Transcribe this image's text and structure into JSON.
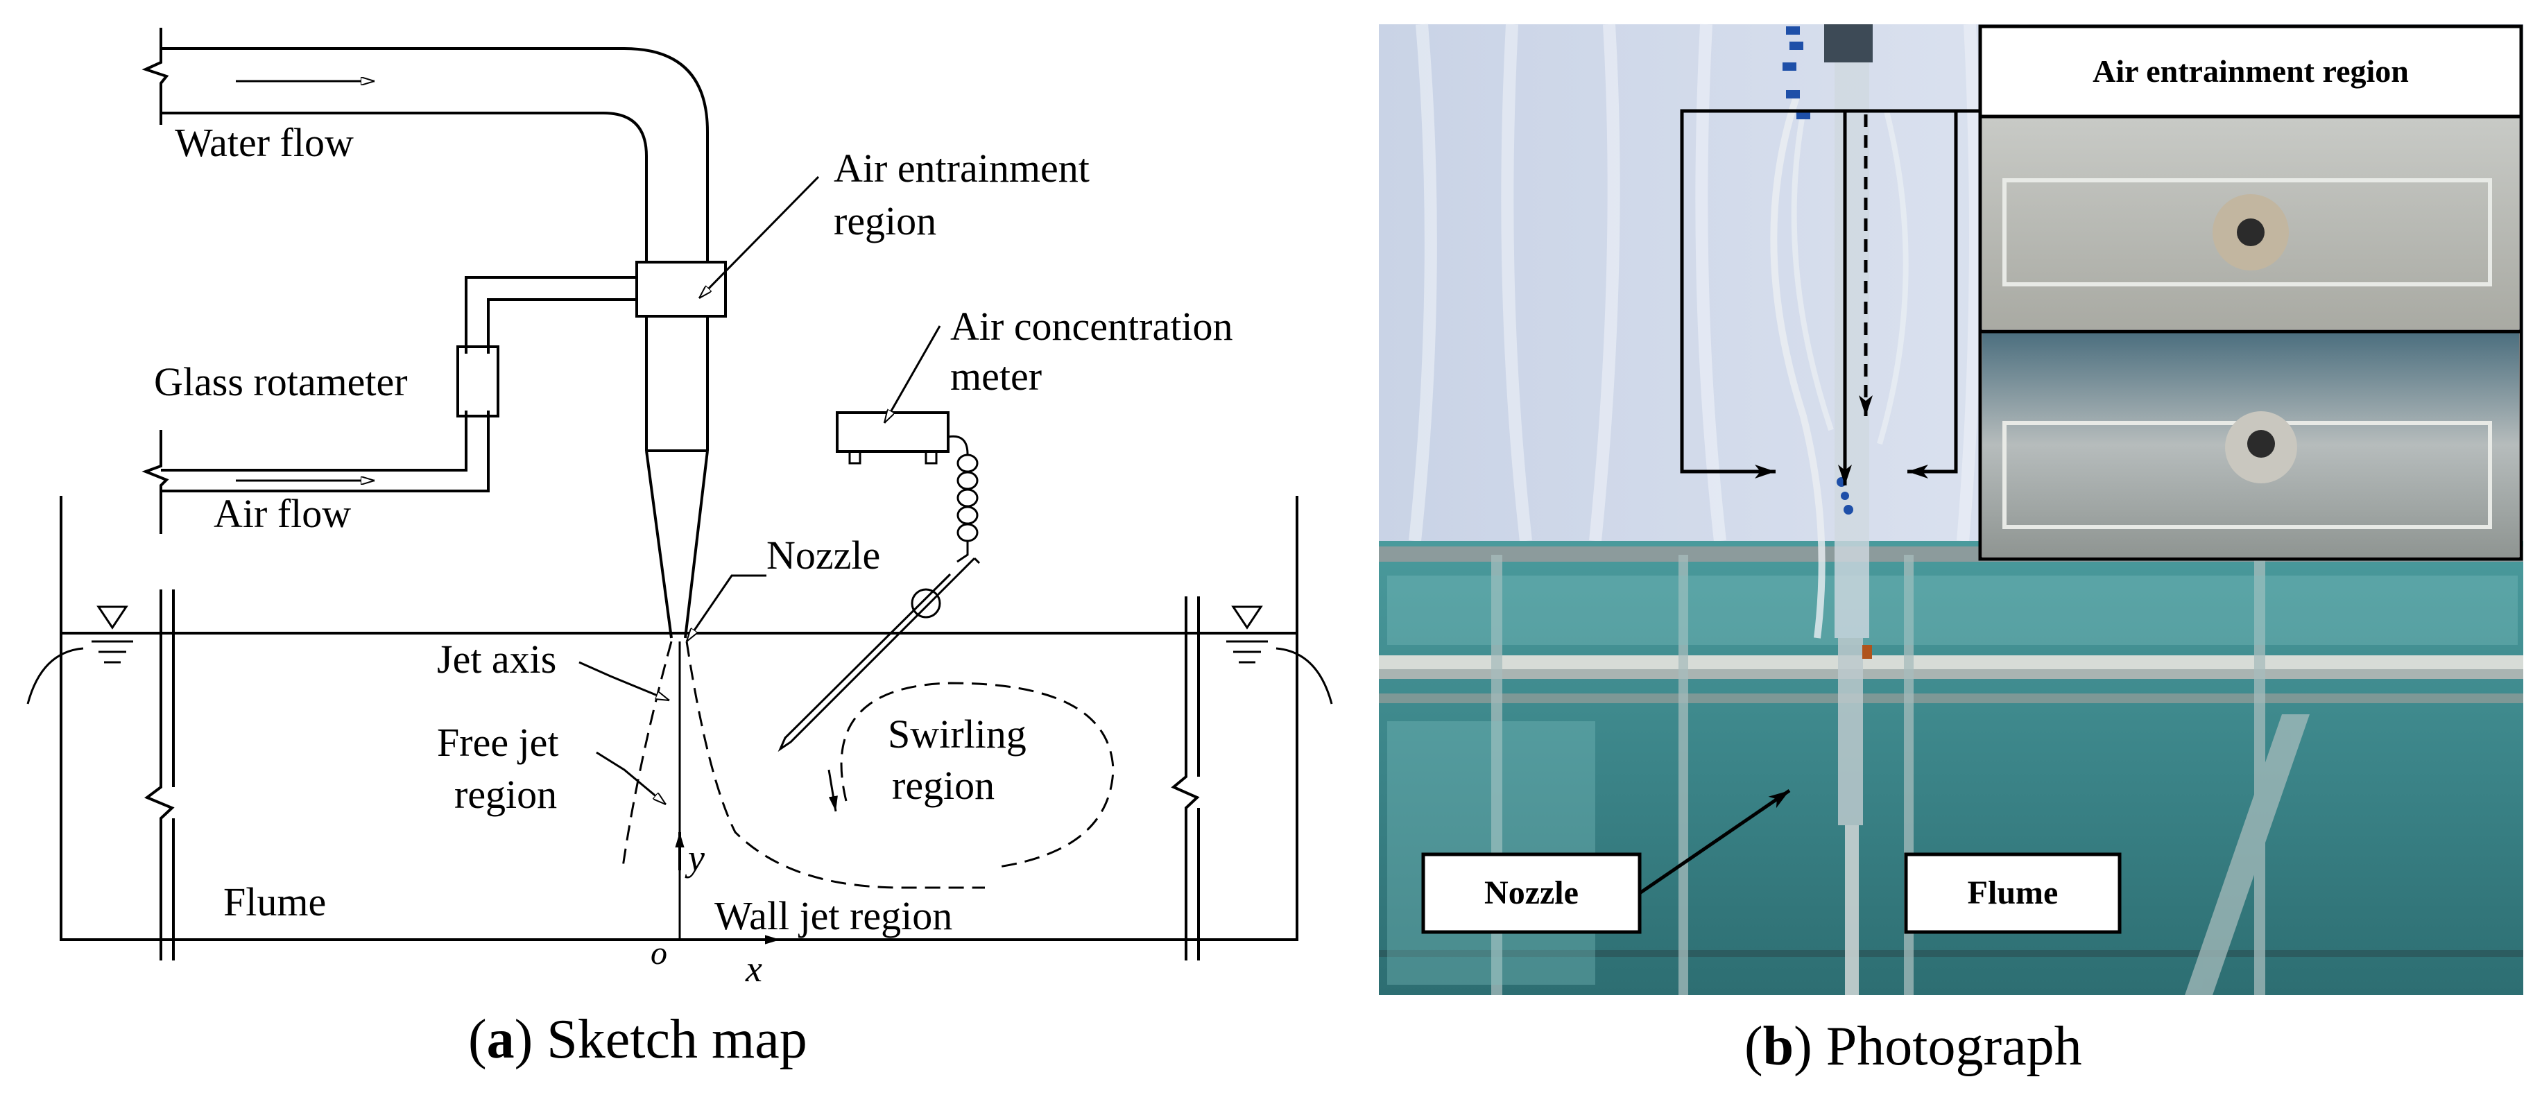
{
  "sketch": {
    "labels": {
      "water_flow": "Water flow",
      "air_flow": "Air flow",
      "glass_rotameter": "Glass rotameter",
      "air_entrainment_line1": "Air entrainment",
      "air_entrainment_line2": "region",
      "air_conc_line1": "Air concentration",
      "air_conc_line2": "meter",
      "nozzle": "Nozzle",
      "jet_axis": "Jet axis",
      "free_jet_line1": "Free jet",
      "free_jet_line2": "region",
      "swirling_line1": "Swirling",
      "swirling_line2": "region",
      "flume": "Flume",
      "wall_jet": "Wall jet region",
      "axis_y": "y",
      "axis_x": "x",
      "origin": "o"
    },
    "caption_letter": "a",
    "caption_text": "Sketch map"
  },
  "photo": {
    "inset_title": "Air entrainment region",
    "nozzle_label": "Nozzle",
    "flume_label": "Flume",
    "caption_letter": "b",
    "caption_text": "Photograph"
  }
}
